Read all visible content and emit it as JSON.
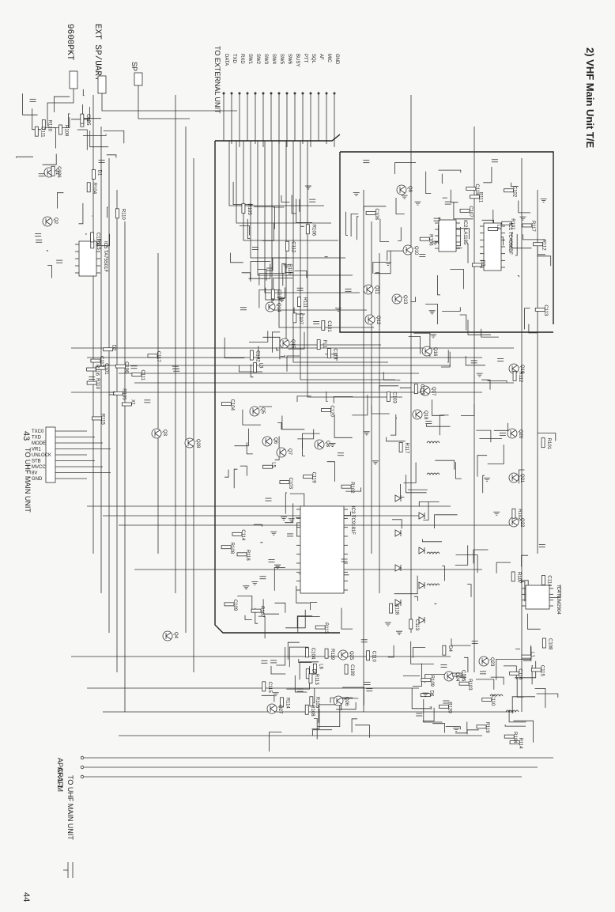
{
  "title": "2) VHF Main Unit T/E",
  "page_left": "43",
  "page_right": "44",
  "connectors": {
    "left": {
      "label": "TO EXTERNAL UNIT",
      "pins": [
        "DATA",
        "TXD",
        "RXD",
        "SW1",
        "SW2",
        "SW3",
        "SW4",
        "SW5",
        "SW6",
        "BUSY",
        "PTT",
        "SQL",
        "AF",
        "MIC",
        "GND"
      ]
    },
    "sp": "SP",
    "ext": "EXT SP/UART",
    "pkt": "9600PKT",
    "uhf": {
      "label": "TO UHF MAIN UNIT",
      "pins": [
        "TXC0",
        "TXD",
        "MODE",
        "VR1",
        "UNLOCK",
        "STB",
        "MVCC",
        "8V",
        "GND"
      ]
    },
    "bottom": {
      "label": "TO UHF MAIN UNIT",
      "pins": [
        "APCR",
        "AF 1.1",
        "AFM"
      ]
    }
  },
  "ic_labels": [
    "IC1 TC4066BF",
    "IC2 LA1185",
    "IC3 TC9181F",
    "IC4 NJM2904",
    "IC5 TA75S01F"
  ],
  "transistor_labels": [
    "Q1",
    "Q2",
    "Q3",
    "Q4",
    "Q5",
    "Q6",
    "Q7",
    "Q8",
    "Q9",
    "Q10",
    "Q11",
    "Q12",
    "Q13",
    "Q14",
    "Q15",
    "Q16",
    "Q17",
    "Q18",
    "Q19",
    "Q20",
    "Q21",
    "Q22",
    "Q23",
    "Q24",
    "Q25",
    "Q26",
    "Q27",
    "Q28"
  ],
  "component_labels": [
    "R101",
    "R102",
    "R103",
    "R104",
    "R105",
    "R106",
    "R107",
    "R108",
    "R109",
    "R110",
    "R111",
    "R112",
    "R113",
    "R114",
    "R115",
    "R116",
    "R117",
    "R118",
    "R119",
    "R120",
    "C101",
    "C102",
    "C103",
    "C104",
    "C105",
    "C106",
    "C107",
    "C108",
    "C109",
    "C110",
    "C111",
    "C112",
    "C113",
    "C114",
    "C115",
    "C116",
    "C117",
    "C118",
    "C119",
    "C120",
    "L1",
    "L2",
    "L3",
    "L4",
    "L5",
    "L6",
    "D1",
    "D2",
    "D3",
    "D4",
    "D5",
    "D6",
    "X1",
    "FL1"
  ]
}
